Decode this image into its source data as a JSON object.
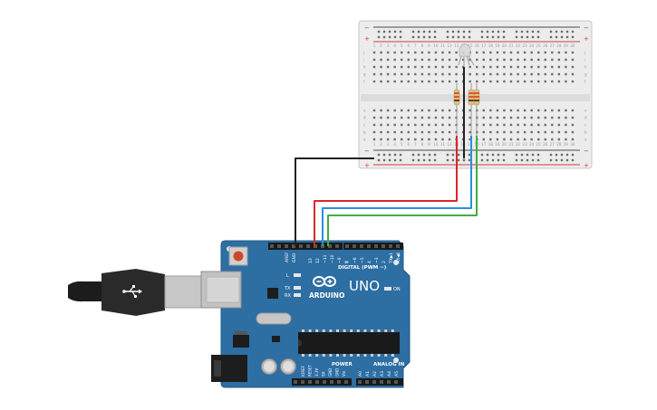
{
  "colors": {
    "board": "#2d6ea3",
    "breadboard": "#e9e9e9",
    "rail_red": "#d33a3a",
    "rail_dark": "#4a4a4a",
    "wire_black": "#222222",
    "wire_red": "#d8272b",
    "wire_blue": "#2b8fd8",
    "wire_green": "#3fae45",
    "resistor": "#d9c088"
  },
  "breadboard": {
    "rail_plus": "+",
    "rail_minus": "−",
    "row_letters_top": [
      "j",
      "i",
      "h",
      "g",
      "f"
    ],
    "row_letters_bottom": [
      "e",
      "d",
      "c",
      "b",
      "a"
    ],
    "column_numbers": [
      "1",
      "2",
      "3",
      "4",
      "5",
      "6",
      "7",
      "8",
      "9",
      "10",
      "11",
      "12",
      "13",
      "14",
      "15",
      "16",
      "17",
      "18",
      "19",
      "20",
      "21",
      "22",
      "23",
      "24",
      "25",
      "26",
      "27",
      "28",
      "29",
      "30"
    ]
  },
  "arduino": {
    "logo_text": "ARDUINO",
    "model": "UNO",
    "digital_label": "DIGITAL (PWM ~)",
    "power_label": "POWER",
    "analog_label": "ANALOG IN",
    "on_label": "ON",
    "tx_label": "TX",
    "rx_label": "RX",
    "l_label": "L",
    "aref_label": "AREF",
    "gnd_label": "GND",
    "digital_pins": [
      "13",
      "12",
      "~11",
      "~10",
      "~9",
      "8",
      "7",
      "~6",
      "~5",
      "4",
      "~3",
      "2",
      "TX▶1",
      "RX◀0"
    ],
    "power_pins": [
      "IOREF",
      "RESET",
      "3.3V",
      "5V",
      "GND",
      "GND",
      "Vin"
    ],
    "analog_pins": [
      "A0",
      "A1",
      "A2",
      "A3",
      "A4",
      "A5"
    ]
  }
}
